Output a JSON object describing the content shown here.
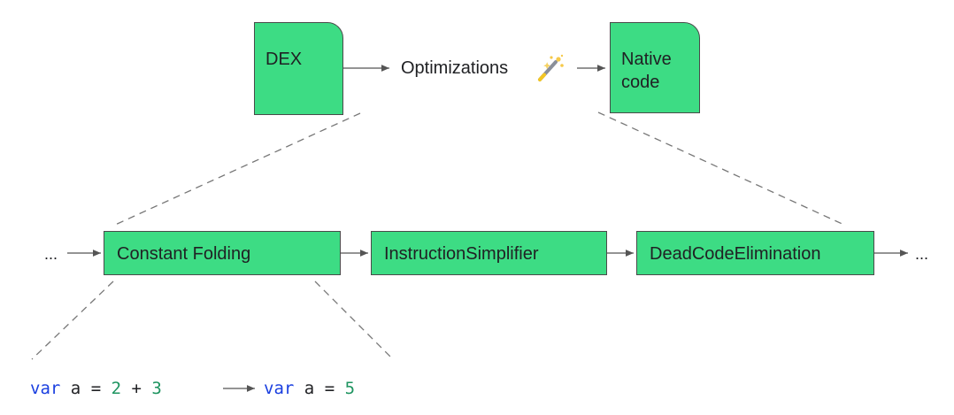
{
  "pipeline": {
    "input": "DEX",
    "middle": "Optimizations",
    "wand_icon": "magic-wand-icon",
    "output_line1": "Native",
    "output_line2": "code"
  },
  "passes": {
    "leading_ellipsis": "...",
    "items": [
      "Constant Folding",
      "InstructionSimplifier",
      "DeadCodeElimination"
    ],
    "trailing_ellipsis": "..."
  },
  "example": {
    "before": {
      "kw": "var",
      "name": "a",
      "eq": "=",
      "lhs": "2",
      "plus": "+",
      "rhs": "3"
    },
    "after": {
      "kw": "var",
      "name": "a",
      "eq": "=",
      "value": "5"
    }
  },
  "colors": {
    "box_fill": "#3ddc84",
    "keyword": "#1a3fe0",
    "number": "#1e9460"
  }
}
